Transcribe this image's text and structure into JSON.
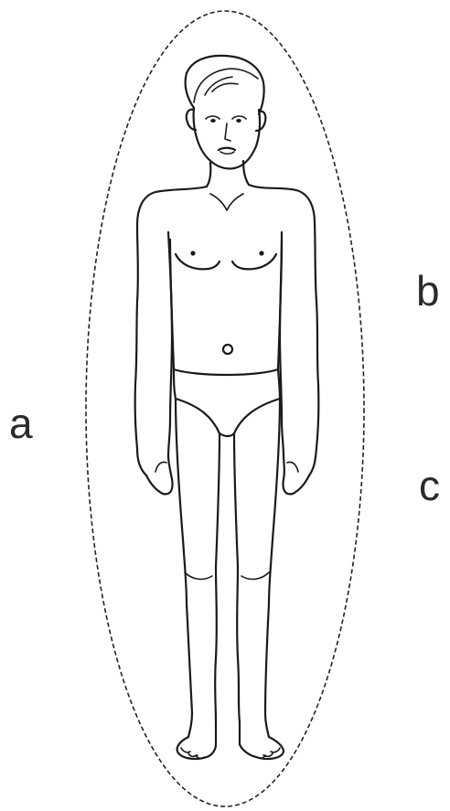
{
  "labels": {
    "a": "a",
    "b": "b",
    "c": "c"
  },
  "figure": {
    "subject": "standing-human-figure",
    "boundary": "dashed-ellipse"
  },
  "colors": {
    "ink": "#1a1a1a",
    "background": "#ffffff"
  }
}
